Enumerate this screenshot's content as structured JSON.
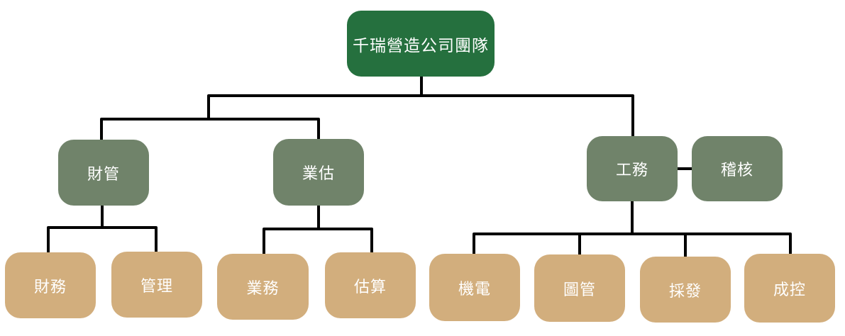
{
  "title": "千瑞營造公司團隊",
  "colors": {
    "root": "#25703e",
    "department": "#70836a",
    "team": "#d2ae7d",
    "connector": "#000000",
    "text": "#ffffff"
  },
  "org": {
    "root": {
      "label": "千瑞營造公司團隊"
    },
    "departments": [
      {
        "id": "finance",
        "label": "財管",
        "children": [
          "財務",
          "管理"
        ]
      },
      {
        "id": "business",
        "label": "業估",
        "children": [
          "業務",
          "估算"
        ]
      },
      {
        "id": "engineering",
        "label": "工務",
        "assistant": "稽核",
        "children": [
          "機電",
          "圖管",
          "採發",
          "成控"
        ]
      }
    ]
  }
}
